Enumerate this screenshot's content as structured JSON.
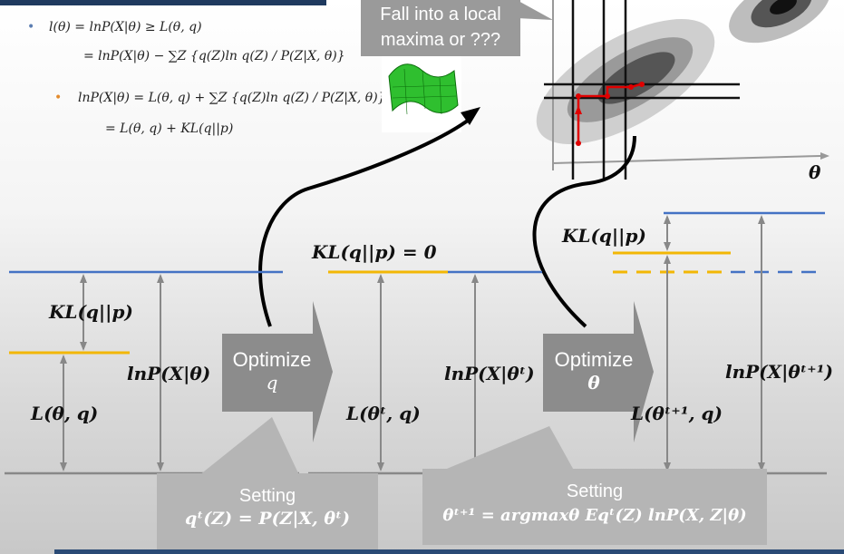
{
  "formulas": {
    "line1": "l(θ) = lnP(X|θ) ≥ L(θ, q)",
    "line2": "= lnP(X|θ) − ∑Z {q(Z)ln q(Z) / P(Z|X, θ)}",
    "line3": "lnP(X|θ) = L(θ, q) + ∑Z {q(Z)ln q(Z) / P(Z|X, θ)}",
    "line4": "= L(θ, q) + KL(q||p)"
  },
  "callout": {
    "text": "Fall into a local maxima or ???"
  },
  "axis": {
    "theta_label": "θ"
  },
  "panel1": {
    "kl": "KL(q||p)",
    "L": "L(θ, q)",
    "lnP": "lnP(X|θ)"
  },
  "optimize_q": {
    "title": "Optimize",
    "var": "q"
  },
  "panel2": {
    "kl": "KL(q||p) = 0",
    "L": "L(θᵗ, q)",
    "lnP": "lnP(X|θᵗ)"
  },
  "optimize_theta": {
    "title": "Optimize",
    "var": "θ"
  },
  "panel3": {
    "kl": "KL(q||p)",
    "L": "L(θᵗ⁺¹, q)",
    "lnP": "lnP(X|θᵗ⁺¹)"
  },
  "setting_q": {
    "title": "Setting",
    "formula": "qᵗ(Z) = P(Z|X, θᵗ)"
  },
  "setting_theta": {
    "title": "Setting",
    "formula": "θᵗ⁺¹ = argmaxθ Eqᵗ(Z) lnP(X, Z|θ)"
  },
  "colors": {
    "blue": "#4472c4",
    "yellow": "#f2b705",
    "gray": "#8c8c8c",
    "red": "#e00000"
  }
}
